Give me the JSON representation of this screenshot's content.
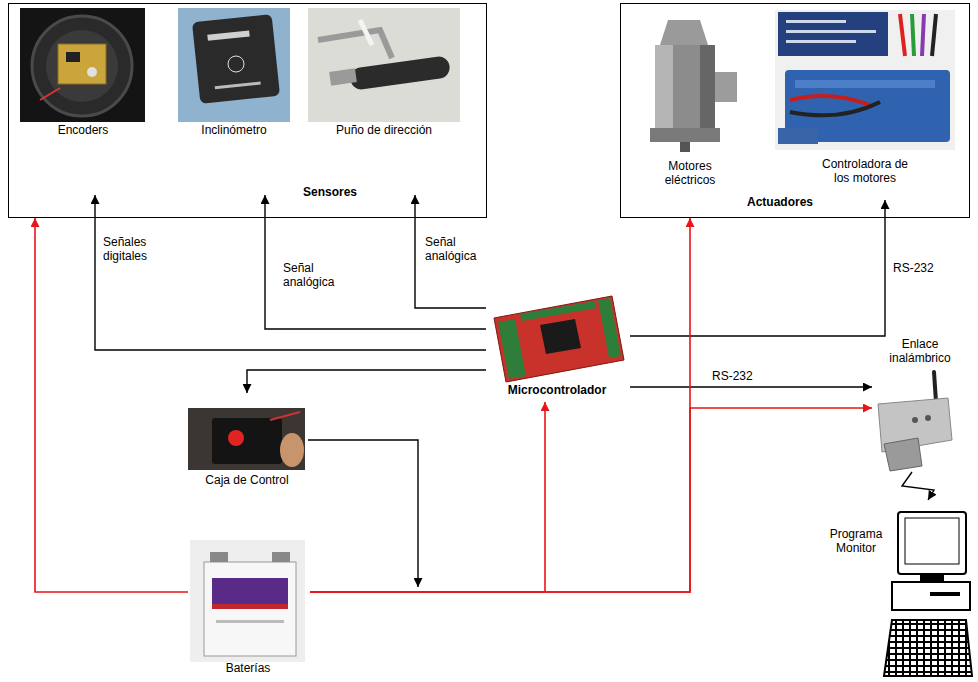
{
  "diagram": {
    "nodes": [
      {
        "text": [
          "Sensores"
        ]
      },
      {
        "text": [
          "Encoders"
        ],
        "in": 0
      },
      {
        "text": [
          "Inclinómetro"
        ],
        "in": 0
      },
      {
        "text": [
          "Puño de dirección"
        ],
        "in": 0
      },
      {
        "text": [
          "Actuadores"
        ]
      },
      {
        "text": [
          "Motores eléctricos"
        ],
        "in": 4
      },
      {
        "text": [
          "Controladora de los motores"
        ],
        "in": 4
      },
      {
        "text": [
          "Microcontrolador"
        ]
      },
      {
        "text": [
          "Enlace inalámbrico"
        ]
      },
      {
        "text": [
          "Caja de Control"
        ]
      },
      {
        "text": [
          "Baterías"
        ]
      },
      {
        "text": [
          "Programa Monitor"
        ]
      }
    ],
    "edges": [
      {
        "from": 7,
        "to": 1,
        "arrow": "to",
        "label": "Señales digitales"
      },
      {
        "from": 7,
        "to": 2,
        "arrow": "to",
        "label": "Señal analógica"
      },
      {
        "from": 7,
        "to": 3,
        "arrow": "to",
        "label": "Señal analógica"
      },
      {
        "from": 7,
        "to": 6,
        "arrow": "to",
        "label": "RS-232"
      },
      {
        "from": 7,
        "to": 8,
        "arrow": "to",
        "label": "RS-232"
      },
      {
        "from": 7,
        "to": 9,
        "arrow": "to"
      },
      {
        "from": 10,
        "to": 0,
        "arrow": "to"
      },
      {
        "from": 10,
        "to": 7,
        "arrow": "to"
      },
      {
        "from": 10,
        "to": 4,
        "arrow": "to"
      },
      {
        "from": 10,
        "to": 8,
        "arrow": "to"
      },
      {
        "from": 8,
        "to": 11,
        "arrow": "to"
      }
    ]
  }
}
